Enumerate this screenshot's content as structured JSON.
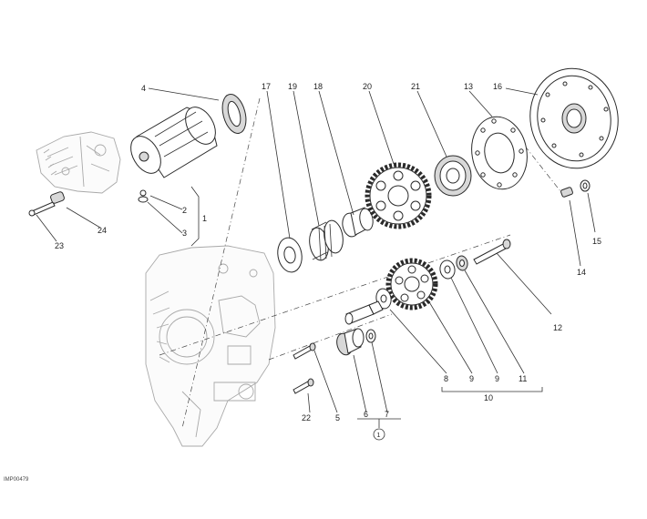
{
  "callouts": {
    "c1": "1",
    "c2": "2",
    "c3": "3",
    "c4": "4",
    "c5": "5",
    "c6": "6",
    "c7": "7",
    "c8": "8",
    "c9a": "9",
    "c9b": "9",
    "c10": "10",
    "c11": "11",
    "c12": "12",
    "c13": "13",
    "c14": "14",
    "c15": "15",
    "c16": "16",
    "c17": "17",
    "c18": "18",
    "c19": "19",
    "c20": "20",
    "c21": "21",
    "c22": "22",
    "c23": "23",
    "c24": "24",
    "circled": "1"
  },
  "diagram_code": "IMP00479"
}
